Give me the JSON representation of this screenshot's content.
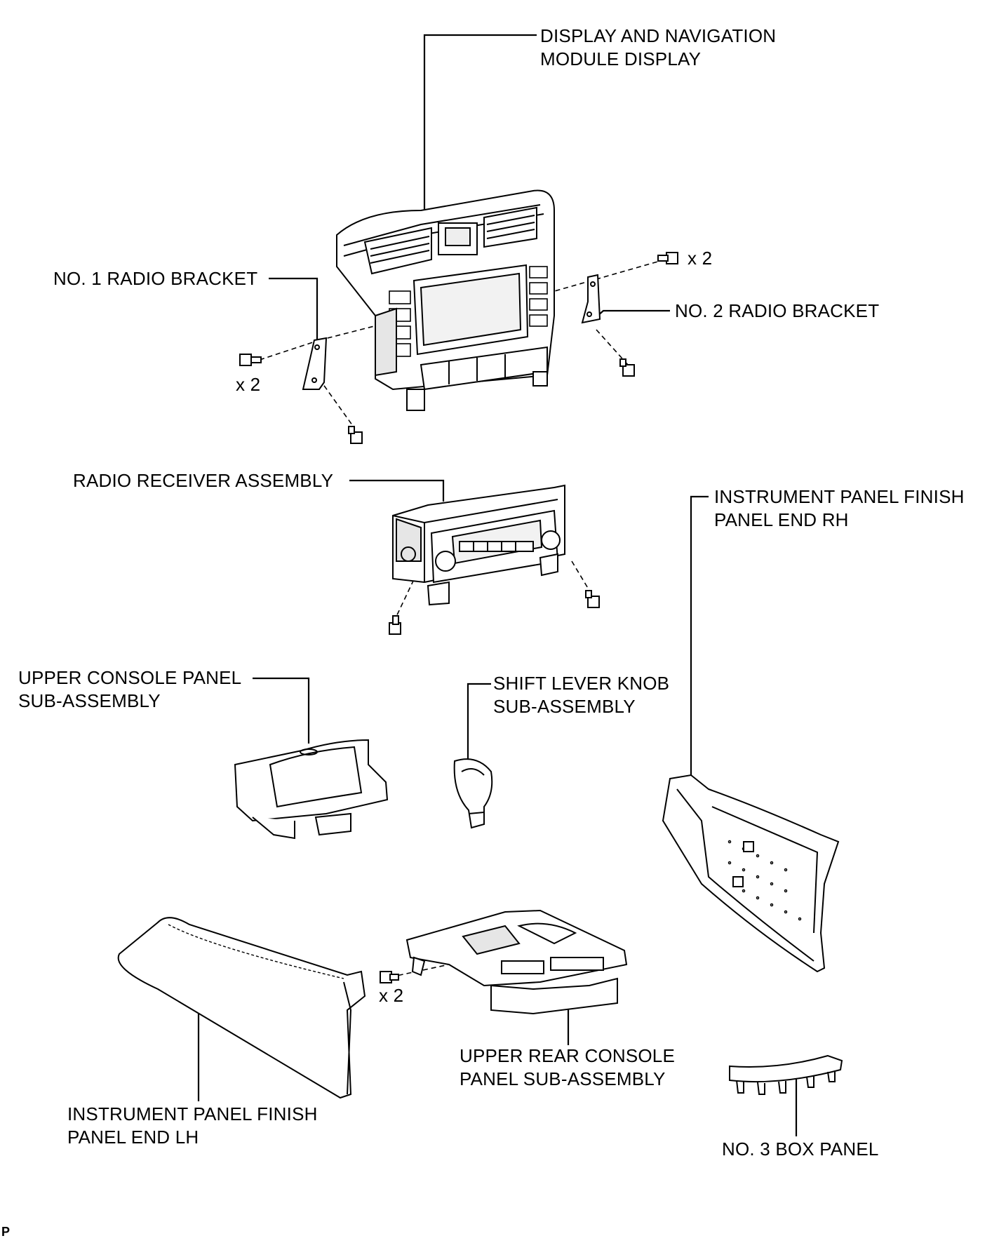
{
  "labels": {
    "display_nav_line1": "DISPLAY AND NAVIGATION",
    "display_nav_line2": "MODULE DISPLAY",
    "no1_radio_bracket": "NO. 1 RADIO BRACKET",
    "no2_radio_bracket": "NO. 2 RADIO BRACKET",
    "radio_receiver": "RADIO RECEIVER ASSEMBLY",
    "ip_finish_rh_line1": "INSTRUMENT PANEL FINISH",
    "ip_finish_rh_line2": "PANEL END RH",
    "upper_console_line1": "UPPER CONSOLE PANEL",
    "upper_console_line2": "SUB-ASSEMBLY",
    "shift_knob_line1": "SHIFT LEVER KNOB",
    "shift_knob_line2": "SUB-ASSEMBLY",
    "upper_rear_console_line1": "UPPER REAR CONSOLE",
    "upper_rear_console_line2": "PANEL SUB-ASSEMBLY",
    "ip_finish_lh_line1": "INSTRUMENT PANEL FINISH",
    "ip_finish_lh_line2": "PANEL END LH",
    "no3_box_panel": "NO. 3 BOX PANEL",
    "qty_right_bolts": "x 2",
    "qty_left_bolts": "x 2",
    "qty_rear_console_bolts": "x 2",
    "figure_code": "P"
  },
  "colors": {
    "line": "#000000",
    "part_fill": "#ffffff",
    "shade": "#d9d9d9"
  }
}
